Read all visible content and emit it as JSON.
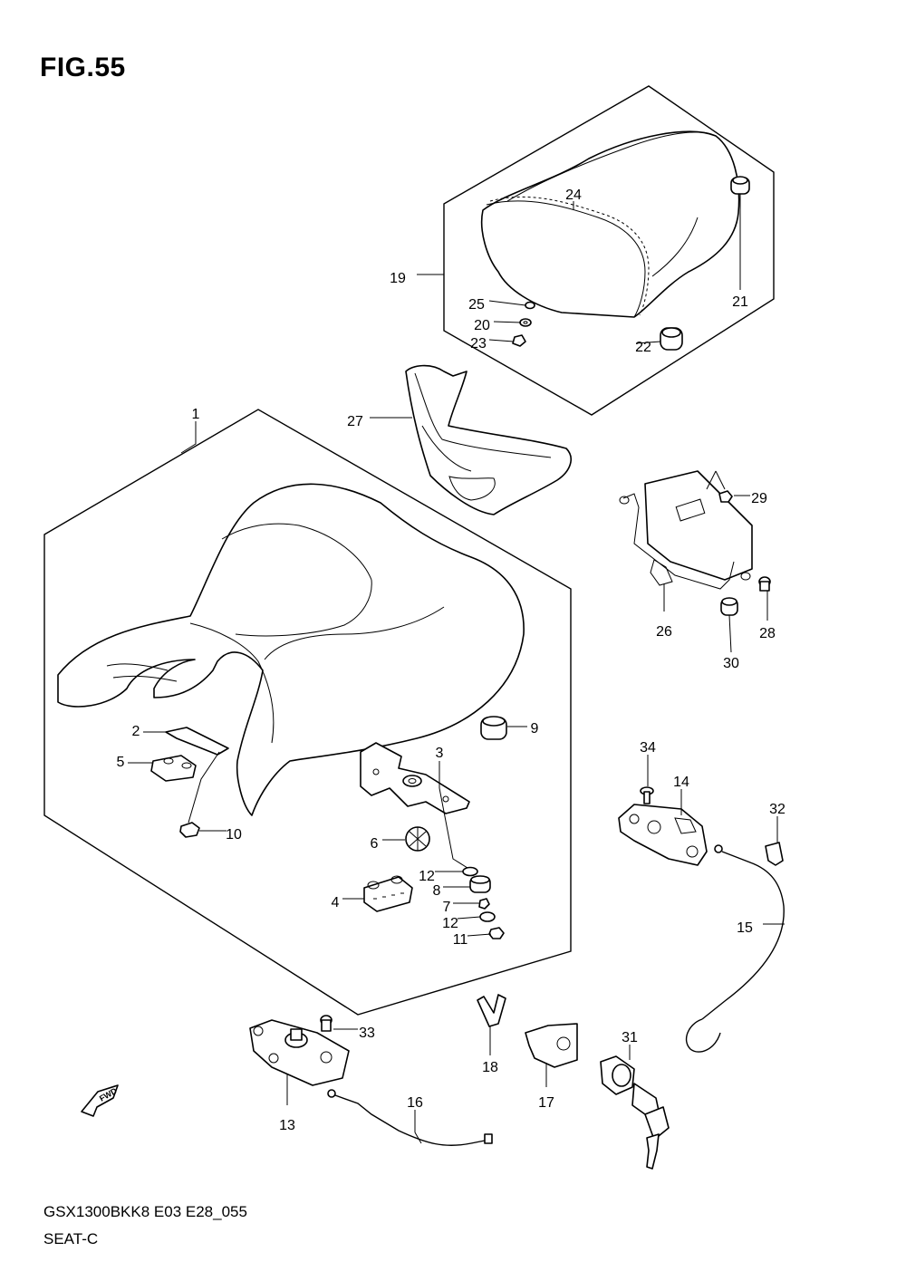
{
  "figure": {
    "title": "FIG.55"
  },
  "footer": {
    "code": "GSX1300BKK8 E03 E28_055",
    "name": "SEAT-C"
  },
  "fwd_label": "FWD",
  "parts": [
    {
      "num": "1"
    },
    {
      "num": "2"
    },
    {
      "num": "3"
    },
    {
      "num": "4"
    },
    {
      "num": "5"
    },
    {
      "num": "6"
    },
    {
      "num": "7"
    },
    {
      "num": "8"
    },
    {
      "num": "9"
    },
    {
      "num": "10"
    },
    {
      "num": "11"
    },
    {
      "num": "12"
    },
    {
      "num": "12"
    },
    {
      "num": "13"
    },
    {
      "num": "14"
    },
    {
      "num": "15"
    },
    {
      "num": "16"
    },
    {
      "num": "17"
    },
    {
      "num": "18"
    },
    {
      "num": "19"
    },
    {
      "num": "20"
    },
    {
      "num": "21"
    },
    {
      "num": "22"
    },
    {
      "num": "23"
    },
    {
      "num": "24"
    },
    {
      "num": "25"
    },
    {
      "num": "26"
    },
    {
      "num": "27"
    },
    {
      "num": "28"
    },
    {
      "num": "29"
    },
    {
      "num": "30"
    },
    {
      "num": "31"
    },
    {
      "num": "32"
    },
    {
      "num": "33"
    },
    {
      "num": "34"
    }
  ]
}
